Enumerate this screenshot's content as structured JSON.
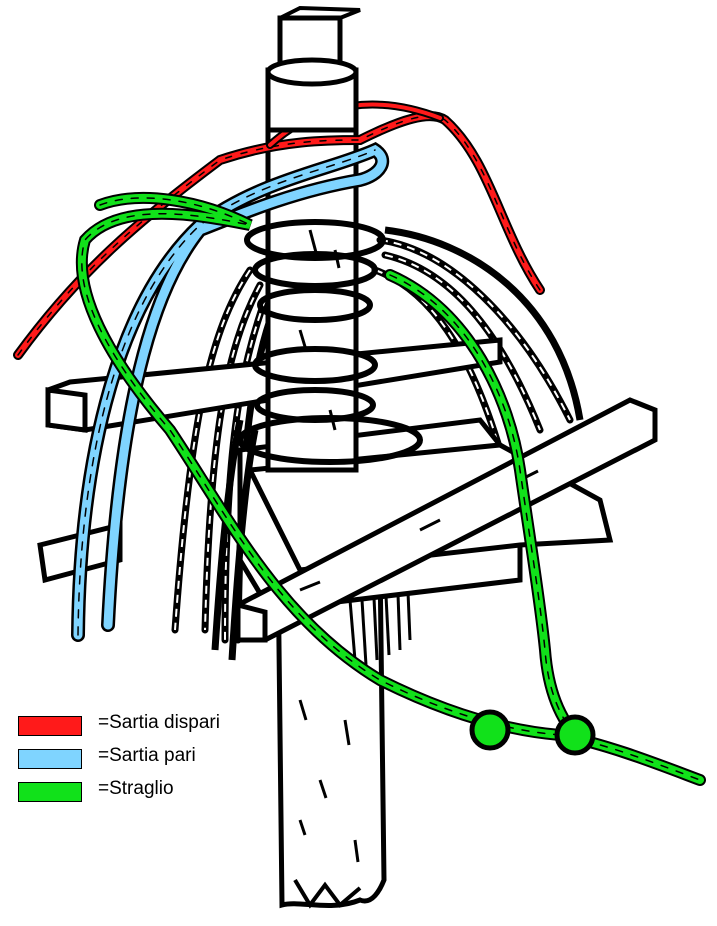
{
  "colors": {
    "sartia_dispari": "#ff1a1a",
    "sartia_pari": "#7fd4ff",
    "straglio": "#11e11a",
    "ink": "#000000",
    "wood": "#ffffff"
  },
  "legend": [
    {
      "color": "#ff1a1a",
      "label": "=Sartia dispari"
    },
    {
      "color": "#7fd4ff",
      "label": "=Sartia pari"
    },
    {
      "color": "#11e11a",
      "label": "=Straglio"
    }
  ]
}
